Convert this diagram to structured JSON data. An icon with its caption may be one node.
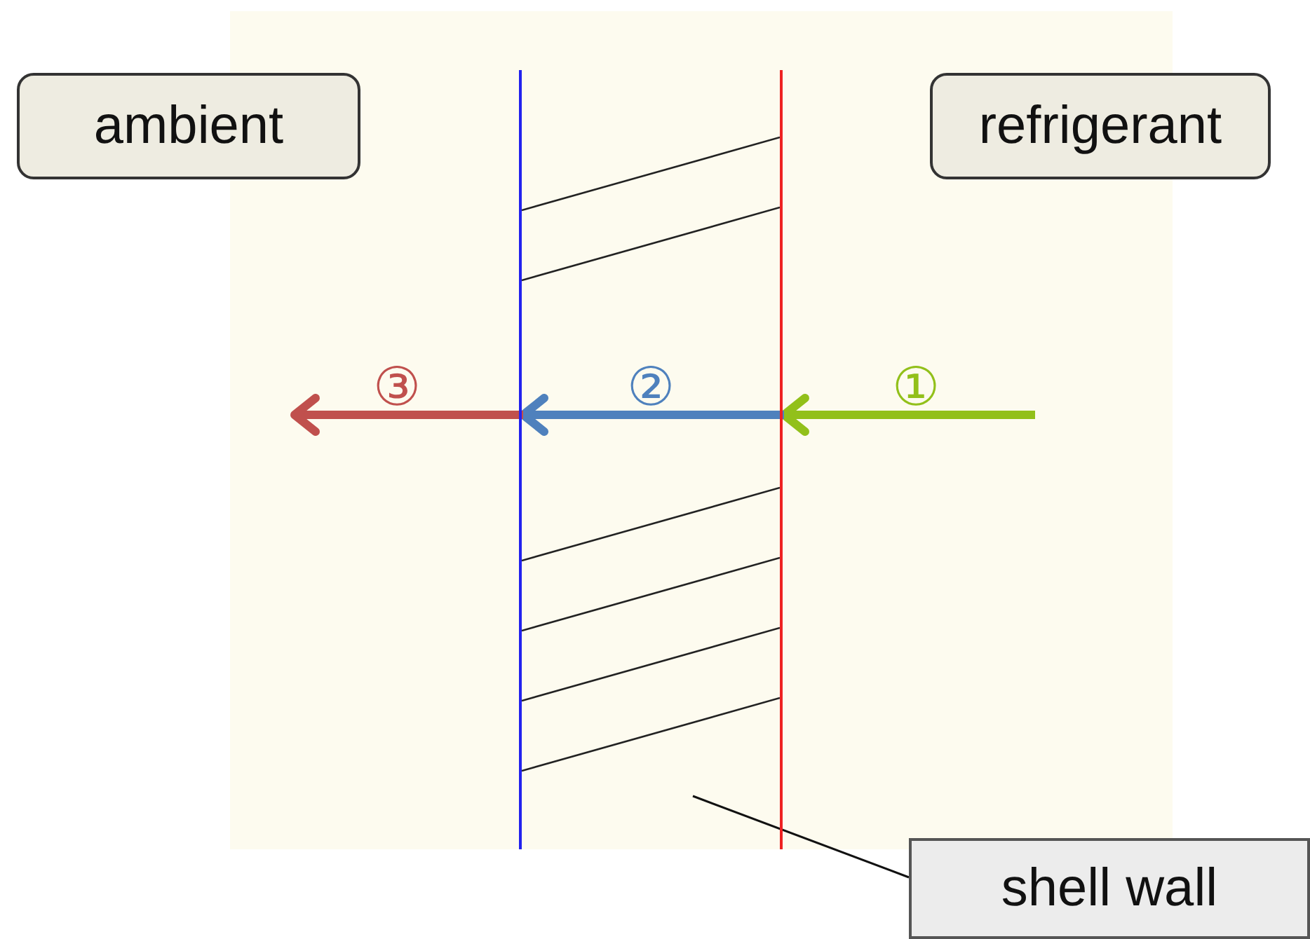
{
  "diagram": {
    "nodes": [
      {
        "text": [
          "ambient"
        ]
      },
      {
        "text": [
          "refrigerant"
        ]
      },
      {
        "text": [],
        "shape": "box"
      },
      {
        "text": [],
        "shape": "bar"
      },
      {
        "text": [],
        "shape": "bar"
      },
      {
        "text": [
          "shell wall"
        ]
      }
    ],
    "edges": [
      {
        "from": null,
        "to": 4,
        "arrow": "to",
        "label": "①",
        "color": "#92c01a"
      },
      {
        "from": 4,
        "to": 3,
        "arrow": "to",
        "label": "②",
        "color": "#4f81bd"
      },
      {
        "from": 3,
        "to": null,
        "arrow": "to",
        "label": "③",
        "color": "#c0504d"
      },
      {
        "from": 5,
        "to": 2,
        "arrow": "none",
        "color": "#111111"
      }
    ]
  }
}
